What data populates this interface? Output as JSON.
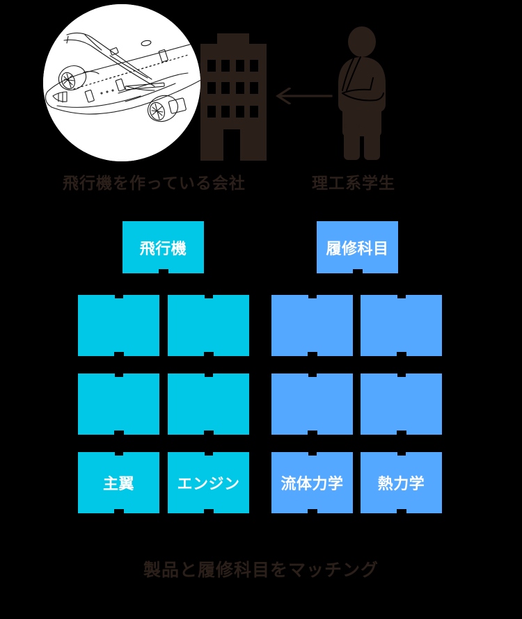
{
  "illustrations": {
    "airplane_photo": "airplane-line-drawing",
    "company_building": "office-building-icon",
    "student_figure": "standing-person-icon",
    "arrow": "left-arrow-icon"
  },
  "captions": {
    "company": "飛行機を作っている会社",
    "student": "理工系学生"
  },
  "colors": {
    "product_box": "#00c8e6",
    "course_box": "#55a8ff",
    "background": "#000000",
    "text_dark": "#2b1f19",
    "text_light": "#ffffff"
  },
  "trees": {
    "product": {
      "root": {
        "label": "飛行機"
      },
      "rows": [
        [
          {
            "label": ""
          },
          {
            "label": ""
          }
        ],
        [
          {
            "label": ""
          },
          {
            "label": ""
          }
        ],
        [
          {
            "label": "主翼"
          },
          {
            "label": "エンジン"
          }
        ]
      ]
    },
    "course": {
      "root": {
        "label": "履修科目"
      },
      "rows": [
        [
          {
            "label": ""
          },
          {
            "label": ""
          }
        ],
        [
          {
            "label": ""
          },
          {
            "label": ""
          }
        ],
        [
          {
            "label": "流体力学"
          },
          {
            "label": "熱力学"
          }
        ]
      ]
    }
  },
  "footer": {
    "caption": "製品と履修科目をマッチング"
  }
}
